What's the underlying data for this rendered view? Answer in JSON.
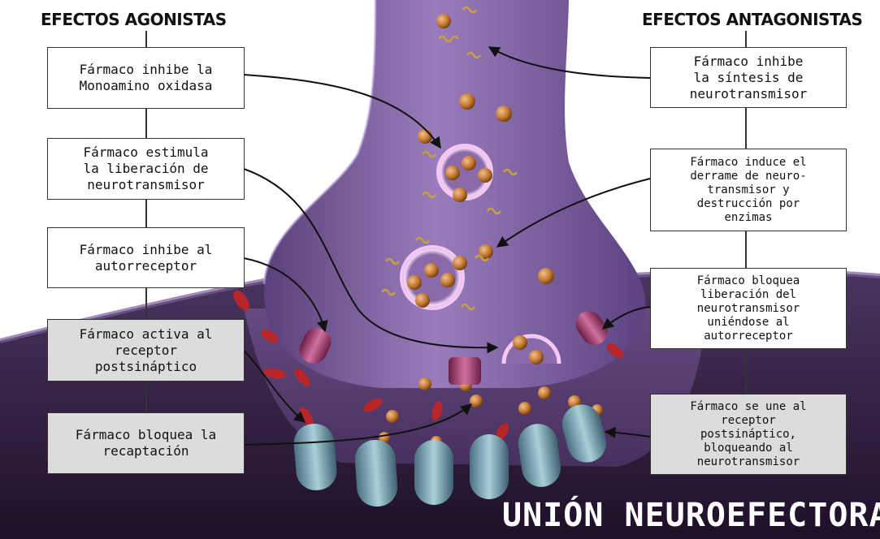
{
  "headers": {
    "agonist": "EFECTOS AGONISTAS",
    "antagonist": "EFECTOS ANTAGONISTAS"
  },
  "agonist_effects": [
    "Fármaco inhibe la\nMonoamino oxidasa",
    "Fármaco estimula\nla liberación de\nneurotransmisor",
    "Fármaco inhibe al\nautorreceptor",
    "Fármaco activa al\nreceptor\npostsináptico",
    "Fármaco bloquea la\nrecaptación"
  ],
  "antagonist_effects": [
    "Fármaco inhibe\nla síntesis de\nneurotransmisor",
    "Fármaco induce el\nderrame de neuro-\ntransmisor y\ndestrucción por\nenzimas",
    "Fármaco bloquea\nliberación del\nneurotransmisor\nuniéndose al\nautorreceptor",
    "Fármaco se une al\nreceptor\npostsináptico,\nbloqueando al\nneurotransmisor"
  ],
  "footer_title": "UNIÓN NEUROEFECTORA",
  "colors": {
    "background_dark": "#2a1838",
    "neuron_purple": "#8a6aa8",
    "vesicle_pink": "#f0c0f0",
    "transmitter_orange": "#c97a32",
    "receptor_blue": "#8fb6c2",
    "autoreceptor_magenta": "#b04a7a",
    "enzyme_red": "#b8262a"
  }
}
